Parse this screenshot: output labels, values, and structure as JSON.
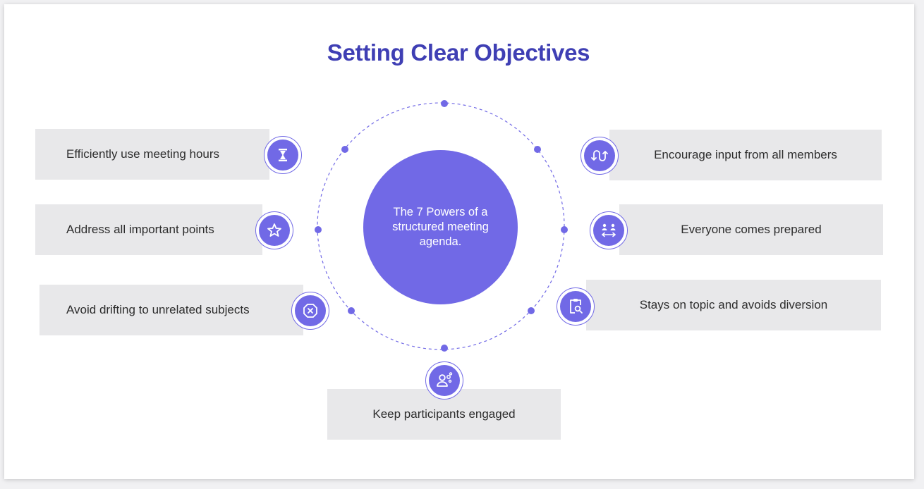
{
  "title": "Setting Clear Objectives",
  "center": {
    "text": "The 7 Powers of a structured meeting agenda."
  },
  "items": [
    {
      "label": "Efficiently use meeting hours",
      "icon": "hourglass-icon"
    },
    {
      "label": "Address all important points",
      "icon": "star-icon"
    },
    {
      "label": "Avoid drifting to unrelated subjects",
      "icon": "cancel-hexagon-icon"
    },
    {
      "label": "Encourage input from all members",
      "icon": "exchange-arrows-icon"
    },
    {
      "label": "Everyone comes prepared",
      "icon": "people-exchange-icon"
    },
    {
      "label": "Stays on topic and avoids diversion",
      "icon": "clipboard-search-icon"
    },
    {
      "label": "Keep participants engaged",
      "icon": "engaged-user-icon"
    }
  ],
  "colors": {
    "accent": "#7169e6",
    "title": "#3f3fb4",
    "box": "#e8e8ea",
    "text": "#2d2d2d"
  }
}
